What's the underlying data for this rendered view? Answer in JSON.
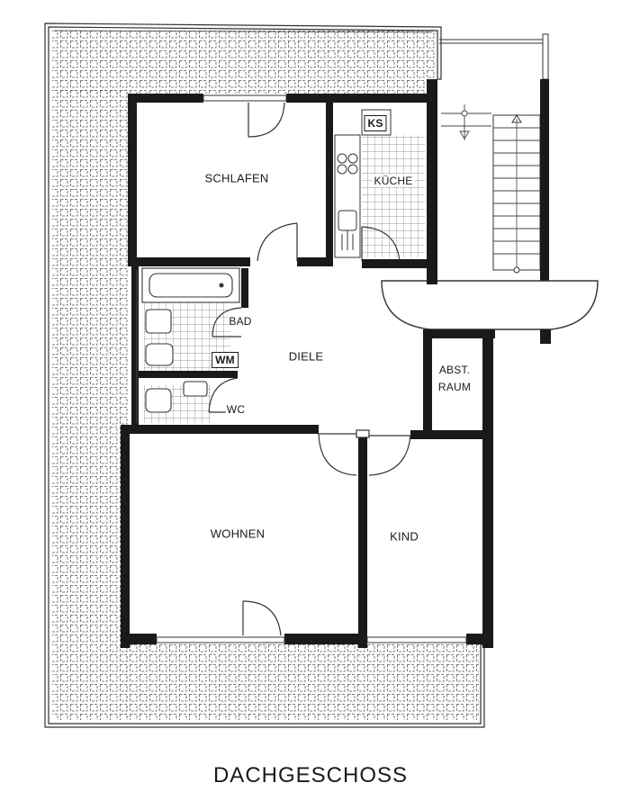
{
  "plan": {
    "title": "DACHGESCHOSS",
    "rooms": {
      "schlafen": "SCHLAFEN",
      "kueche": "KÜCHE",
      "ks": "KS",
      "bad": "BAD",
      "wm": "WM",
      "wc": "WC",
      "diele": "DIELE",
      "abstellraum_line1": "ABST.",
      "abstellraum_line2": "RAUM",
      "wohnen": "WOHNEN",
      "kind": "KIND"
    }
  }
}
